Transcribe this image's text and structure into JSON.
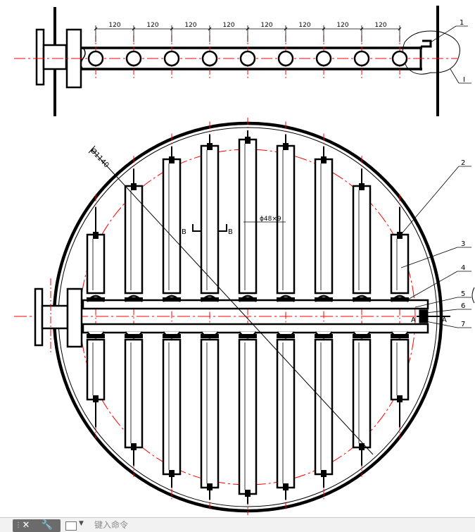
{
  "drawing": {
    "dimensions": [
      "120",
      "120",
      "120",
      "120",
      "120",
      "120",
      "120",
      "120"
    ],
    "circle_diameter_label": "Ø1140",
    "pipe_size_label": "ɸ48×9",
    "section_b_label": "B",
    "section_a_label": "A",
    "part_callouts": [
      "1",
      "2",
      "3",
      "4",
      "5",
      "6",
      "7"
    ],
    "detail_callout": "I",
    "colors": {
      "outline": "#000000",
      "centerline": "#ff0000"
    }
  },
  "command_line": {
    "placeholder": "键入命令",
    "close_icon": "close-icon",
    "settings_icon": "wrench-icon",
    "prompt_icon": "command-prompt-icon"
  }
}
